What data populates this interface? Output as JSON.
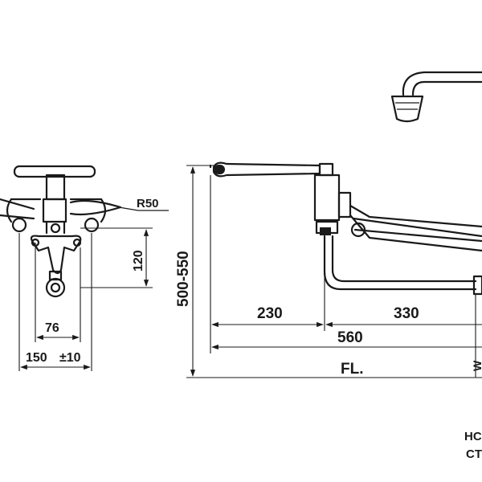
{
  "dimensions": {
    "radius": "R50",
    "height_120": "120",
    "height_range": "500-550",
    "width_76": "76",
    "centers": "150",
    "tolerance": "±10",
    "spout_230": "230",
    "spout_330": "330",
    "total_560": "560",
    "floor": "FL."
  },
  "edge_text": {
    "right_vertical": "W",
    "corner_line1": "HC",
    "corner_line2": "CT"
  }
}
